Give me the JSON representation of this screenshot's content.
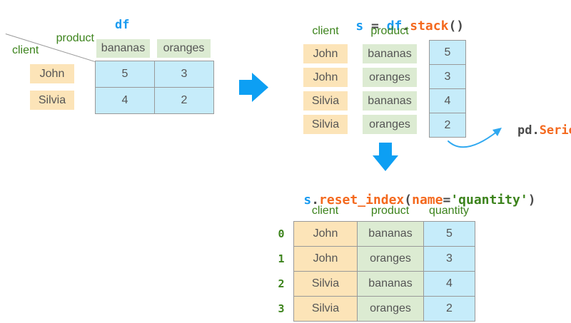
{
  "colors": {
    "code_blue": "#1a9bf0",
    "code_orange": "#f4691e",
    "code_dark": "#4a4a4a",
    "label_green": "#3c831c",
    "cell_text": "#555555",
    "orange_bg": "#fce4b8",
    "green_bg": "#dcebd2",
    "blue_bg": "#c6ecfa",
    "border_gray": "#999999",
    "arrow_blue": "#0d9ff3",
    "curve_blue": "#2fa8f0"
  },
  "df_panel": {
    "title": "df",
    "corner_col_label": "product",
    "corner_row_label": "client",
    "col_headers": [
      "bananas",
      "oranges"
    ],
    "row_headers": [
      "John",
      "Silvia"
    ],
    "cells": [
      [
        5,
        3
      ],
      [
        4,
        2
      ]
    ]
  },
  "stack_panel": {
    "title": {
      "s": "s",
      "eq": " = ",
      "df": "df",
      "dot": ".",
      "fn": "stack",
      "parens": "()"
    },
    "headers": {
      "client": "client",
      "product": "product"
    },
    "rows": [
      {
        "client": "John",
        "product": "bananas",
        "value": 5
      },
      {
        "client": "John",
        "product": "oranges",
        "value": 3
      },
      {
        "client": "Silvia",
        "product": "bananas",
        "value": 4
      },
      {
        "client": "Silvia",
        "product": "oranges",
        "value": 2
      }
    ],
    "series_label": {
      "pd": "pd",
      "dot": ".",
      "fn": "Series",
      "parens": "()"
    }
  },
  "reset_panel": {
    "title": {
      "s": "s",
      "dot": ".",
      "fn": "reset_index",
      "open": "(",
      "arg": "name",
      "eq": "=",
      "value": "'quantity'",
      "close": ")"
    },
    "headers": [
      "client",
      "product",
      "quantity"
    ],
    "rows": [
      {
        "index": 0,
        "client": "John",
        "product": "bananas",
        "quantity": 5
      },
      {
        "index": 1,
        "client": "John",
        "product": "oranges",
        "quantity": 3
      },
      {
        "index": 2,
        "client": "Silvia",
        "product": "bananas",
        "quantity": 4
      },
      {
        "index": 3,
        "client": "Silvia",
        "product": "oranges",
        "quantity": 2
      }
    ]
  }
}
